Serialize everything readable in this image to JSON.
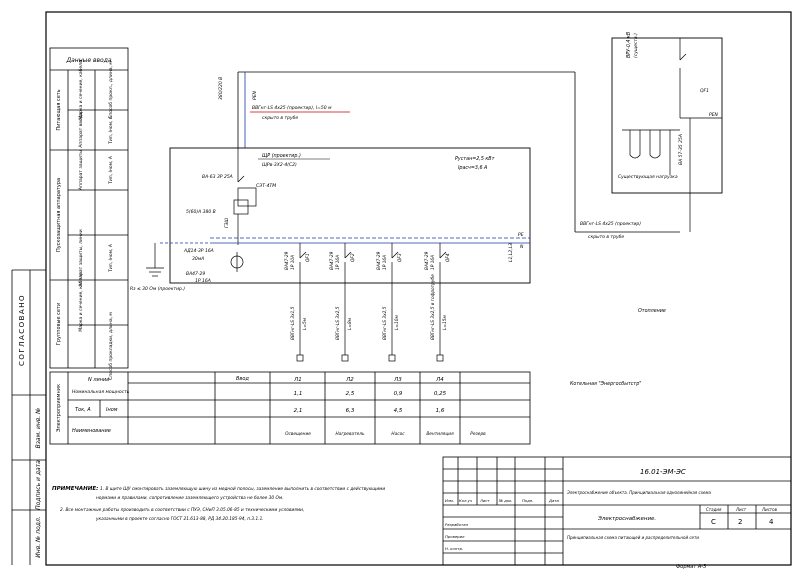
{
  "left_strip": {
    "approval_label": "СОГЛАСОВАНО",
    "inv_no": "Инв. № подл.",
    "signature_date": "Подпись и дата",
    "replaces_inv": "Взам. инв. №"
  },
  "side_table": {
    "header": "Данные ввода",
    "groups": [
      "Питающая сеть",
      "Пускозащитная аппаратура",
      "Групповые сети",
      "Электроприемник"
    ],
    "rows": [
      "Марка и сечение, кабеля",
      "Способ прокл., длина, м",
      "Аппарат ввода",
      "Тип, Iном, А",
      "Аппарат защиты",
      "Тип, Iном, А",
      "Аппарат защиты, линии",
      "Тип, Iном, А",
      "Марка и сечение, кабеля",
      "Способ прокладки, длина, м"
    ]
  },
  "supply_labels": {
    "incoming_cable": "ВВГнг-LS 4х25 (проектир), l=50 м",
    "incoming_route": "скрыто в трубе",
    "pe_label": "PEN",
    "ground_label": "Rз ≤ 30 Ом (проектир.)",
    "ground_id": "ГЗШ",
    "voltage_label": "380/220 В"
  },
  "panel": {
    "title": "ЩР (проектир.)",
    "type_label": "ЩРв-3Х2-4(С2)",
    "power": "Рустан=2,5 кВт",
    "current": "Iрасч=3,6 А",
    "input_device": "ВА-63 3Р 25А",
    "meter": "СЭТ-4ТМ",
    "meter_sub": "5(60)А 380 В",
    "rcd": "АД14-3Р 16А",
    "rcd_trip": "30мА",
    "switch_label": "ВА47-29",
    "switch_sub": "1Р 16А",
    "n_bus": "N",
    "pe_bus": "PE",
    "phases": "L1,L2,L3"
  },
  "breakers": [
    {
      "id": "QF1",
      "type": "ВА47-29",
      "rating": "1Р 10А"
    },
    {
      "id": "QF2",
      "type": "ВА47-29",
      "rating": "1Р 16А"
    },
    {
      "id": "QF3",
      "type": "ВА47-29",
      "rating": "1Р 16А"
    },
    {
      "id": "QF4",
      "type": "ВА47-29",
      "rating": "1Р 16А"
    }
  ],
  "feeders": [
    {
      "cable": "ВВГнг-LS 3х1,5",
      "length": "L=5м"
    },
    {
      "cable": "ВВГнг-LS 3х2,5",
      "length": "L=8м"
    },
    {
      "cable": "ВВГнг-LS 3х2,5",
      "length": "L=10м"
    },
    {
      "cable": "ВВГнг-LS 3х2,5 в гофротрубе",
      "length": "L=15м"
    }
  ],
  "source_panel": {
    "title": "ВРУ-0,4 кВ",
    "subtitle": "(существ.)",
    "bus": "PEN",
    "breaker": "ВА 57-35 25А",
    "note": "Существующая нагрузка",
    "cable": "ВВГнг-LS 4х25 (проектир)",
    "route": "скрыто в трубе",
    "tag": "QF1"
  },
  "notes_right": {
    "label1": "Отопление",
    "label2": "Котельная \"Энергосбытстр\""
  },
  "consumer_table": {
    "header_no": "N линии",
    "header_power": "Номинальная мощность",
    "header_current": "Ток, А",
    "header_current_sub": "Iном",
    "header_name": "Наименование",
    "input_label": "Ввод",
    "lines": [
      {
        "no": "Л1",
        "power": "1,1",
        "current": "2,1",
        "name": "Освещение"
      },
      {
        "no": "Л2",
        "power": "2,5",
        "current": "6,3",
        "name": "Нагреватель"
      },
      {
        "no": "Л3",
        "power": "0,9",
        "current": "4,5",
        "name": "Насос"
      },
      {
        "no": "Л4",
        "power": "0,25",
        "current": "1,6",
        "name": "Вентиляция"
      },
      {
        "no": "",
        "power": "",
        "current": "",
        "name": "Резерв"
      }
    ]
  },
  "notes": {
    "title": "ПРИМЕЧАНИЕ:",
    "line1": "1. В щите ЩУ смонтировать заземляющую шину из медной полосы, заземление выполнить в соответствии с действующими",
    "line2": "нормами и правилами, сопротивление заземляющего устройства не более 30 Ом.",
    "line3": "2. Все монтажные работы производить в соответствии с ПУЭ, СНиП 3.05.06-85 и техническими условиями,",
    "line4": "указанными в проекте согласно ГОСТ 21.613-88, РД 34.20.185-94, п.3.1.1."
  },
  "title_block": {
    "code": "16.01-ЭМ-ЭС",
    "description": "Электроснабжение объекта. Принципиальная однолинейная схема",
    "sheet_title": "Электроснабжение.",
    "drawing_title": "Принципиальная схема питающей и распределительной сети",
    "stage_label": "Стадия",
    "sheet_label": "Лист",
    "sheets_label": "Листов",
    "stage": "С",
    "sheet": "2",
    "sheets": "4",
    "cols": [
      "Изм.",
      "Кол.уч",
      "Лист",
      "№ док.",
      "Подп.",
      "Дата"
    ],
    "roles": [
      "Разработал",
      "Проверил",
      "Н. контр."
    ],
    "format": "Формат А-3"
  }
}
